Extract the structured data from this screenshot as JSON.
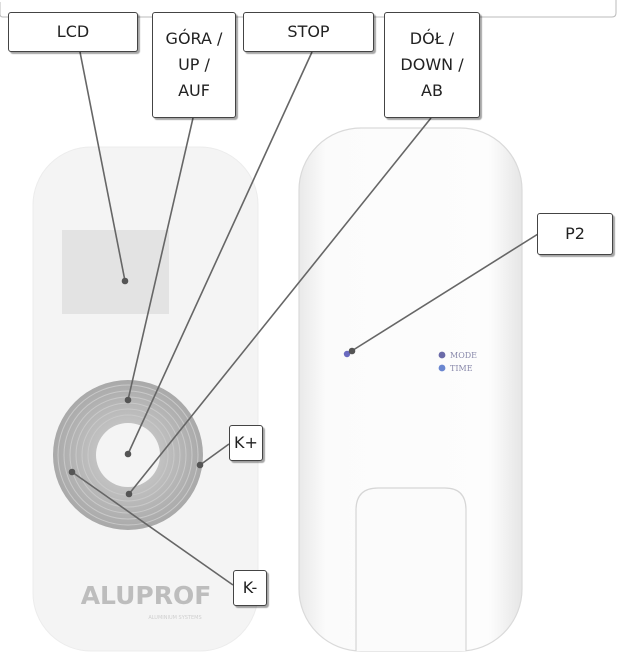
{
  "labels": {
    "lcd": "LCD",
    "up": [
      "GÓRA /",
      "UP /",
      "AUF"
    ],
    "stop": "STOP",
    "down": [
      "DÓŁ /",
      "DOWN /",
      "AB"
    ],
    "p2": "P2",
    "k_plus": "K+",
    "k_minus": "K-"
  },
  "front_remote": {
    "logo": "ALUPROF",
    "logo_tagline": "ALUMINIUM SYSTEMS"
  },
  "back_remote": {
    "indicators": [
      {
        "label": "MODE",
        "color": "#6a6aa8"
      },
      {
        "label": "TIME",
        "color": "#6a86d0"
      }
    ]
  },
  "colors": {
    "leader_line": "#666666",
    "ring": "#b0b0b0",
    "remote_body": "#f3f3f3"
  }
}
